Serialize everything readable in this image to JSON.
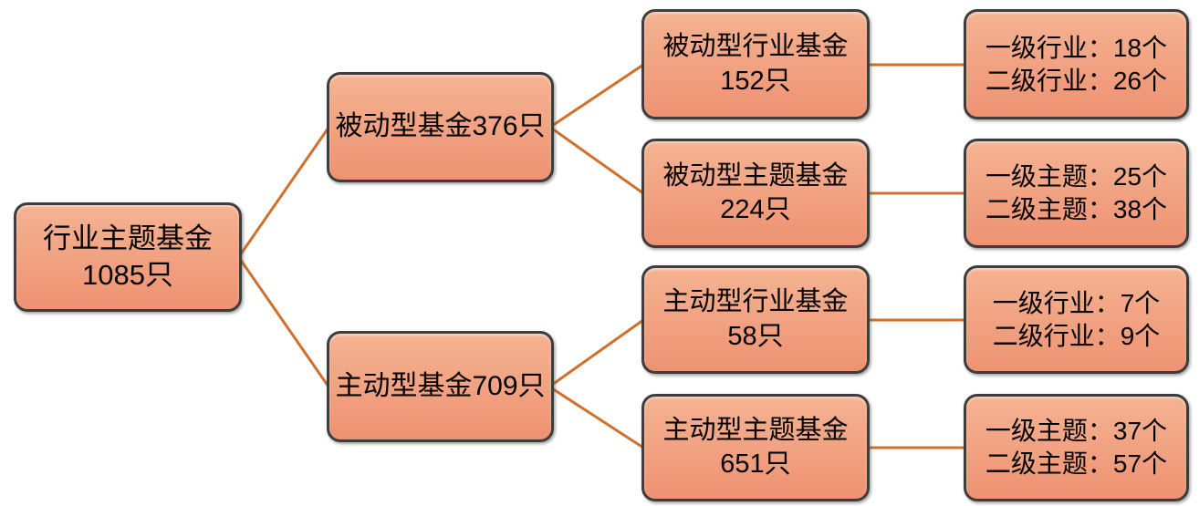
{
  "nodes": {
    "root": {
      "line1": "行业主题基金",
      "line2": "1085只"
    },
    "passive": {
      "label": "被动型基金376只"
    },
    "active": {
      "label": "主动型基金709只"
    },
    "passive_industry": {
      "line1": "被动型行业基金",
      "line2": "152只"
    },
    "passive_theme": {
      "line1": "被动型主题基金",
      "line2": "224只"
    },
    "active_industry": {
      "line1": "主动型行业基金",
      "line2": "58只"
    },
    "active_theme": {
      "line1": "主动型主题基金",
      "line2": "651只"
    },
    "passive_industry_counts": {
      "line1": "一级行业：18个",
      "line2": "二级行业：26个"
    },
    "passive_theme_counts": {
      "line1": "一级主题：25个",
      "line2": "二级主题：38个"
    },
    "active_industry_counts": {
      "line1": "一级行业：7个",
      "line2": "二级行业：9个"
    },
    "active_theme_counts": {
      "line1": "一级主题：37个",
      "line2": "二级主题：57个"
    }
  },
  "colors": {
    "box_fill_top": "#F4B392",
    "box_fill_bottom": "#EE9272",
    "box_border": "#3D3D3D",
    "connector": "#D1702D",
    "text": "#000000"
  }
}
